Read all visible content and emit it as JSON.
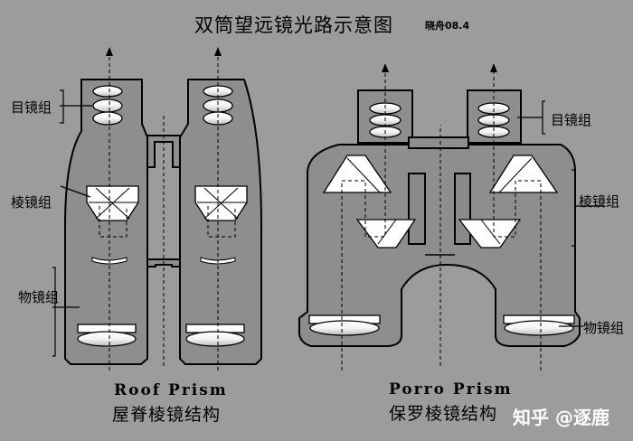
{
  "title": "双筒望远镜光路示意图",
  "author_tag": "晓舟08.4",
  "labels": {
    "eyepiece": "目镜组",
    "prism": "棱镜组",
    "objective": "物镜组"
  },
  "roof": {
    "caption_en": "Roof Prism",
    "caption_zh": "屋脊棱镜结构"
  },
  "porro": {
    "caption_en": "Porro Prism",
    "caption_zh": "保罗棱镜结构"
  },
  "watermark": "知乎 @逐鹿",
  "colors": {
    "background": "#9c9c9c",
    "housing": "#8e8e8e",
    "lens": "#ffffff",
    "line": "#000000"
  }
}
